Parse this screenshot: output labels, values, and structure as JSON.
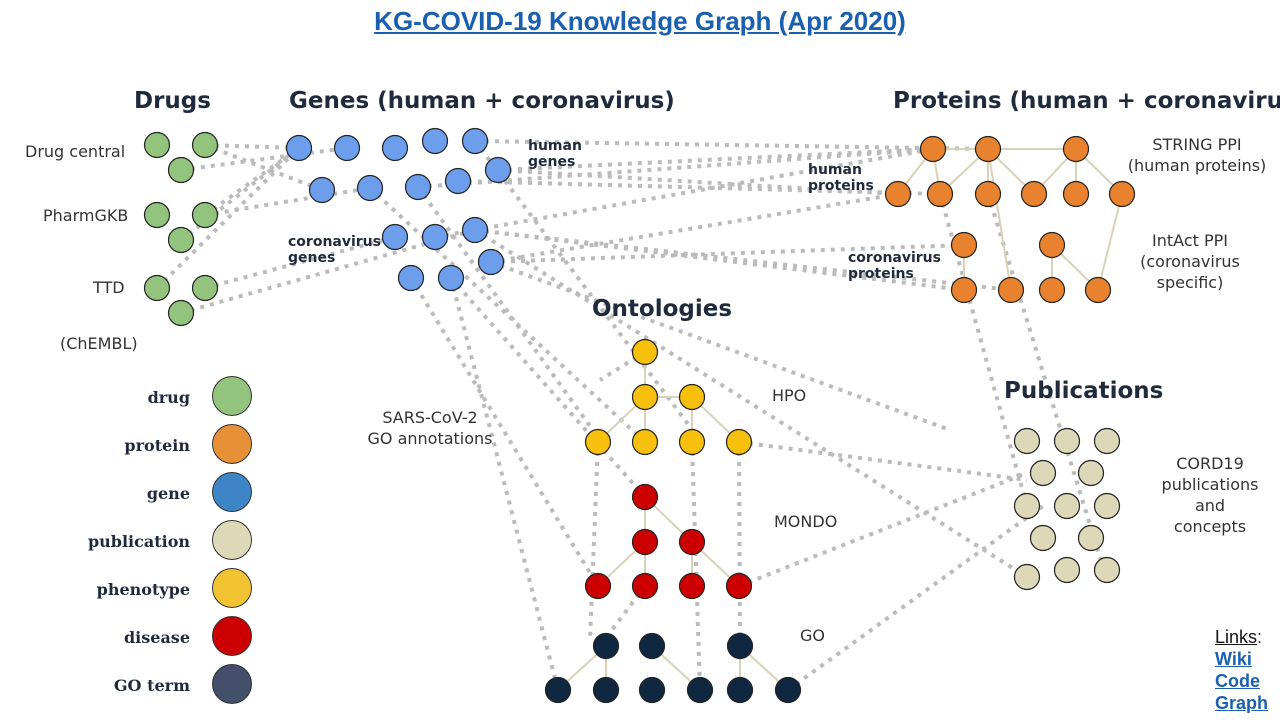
{
  "title": "KG-COVID-19 Knowledge Graph (Apr 2020)",
  "headers": {
    "drugs": "Drugs",
    "genes": "Genes (human + coronavirus)",
    "proteins": "Proteins (human + coronavirus)",
    "ontologies": "Ontologies",
    "publications": "Publications"
  },
  "drug_sources": {
    "drug_central": "Drug central",
    "pharmgkb": "PharmGKB",
    "ttd": "TTD",
    "chembl": "(ChEMBL)"
  },
  "gene_labels": {
    "human_1": "human",
    "human_2": "genes",
    "cov_1": "coronavirus",
    "cov_2": "genes"
  },
  "protein_labels": {
    "human_1": "human",
    "human_2": "proteins",
    "cov_1": "coronavirus",
    "cov_2": "proteins"
  },
  "protein_sources": {
    "string_1": "STRING PPI",
    "string_2": "(human proteins)",
    "intact_1": "IntAct PPI",
    "intact_2": "(coronavirus",
    "intact_3": "specific)"
  },
  "ontology_labels": {
    "hpo": "HPO",
    "mondo": "MONDO",
    "go": "GO"
  },
  "sars_note": {
    "line1": "SARS-CoV-2",
    "line2": "GO annotations"
  },
  "cord19_note": {
    "line1": "CORD19",
    "line2": "publications",
    "line3": "and",
    "line4": "concepts"
  },
  "legend": [
    {
      "label": "drug",
      "color": "#93c47d"
    },
    {
      "label": "protein",
      "color": "#e69138"
    },
    {
      "label": "gene",
      "color": "#3d85c6"
    },
    {
      "label": "publication",
      "color": "#ddd8b8"
    },
    {
      "label": "phenotype",
      "color": "#f1c232"
    },
    {
      "label": "disease",
      "color": "#cc0000"
    },
    {
      "label": "GO term",
      "color": "#434f6b"
    }
  ],
  "links": {
    "heading": "Links",
    "colon": ":",
    "wiki": "Wiki",
    "code": "Code",
    "graph": "Graph"
  },
  "colors": {
    "drug_node": "#93c47d",
    "gene_node": "#6d9eeb",
    "protein_node": "#e8822e",
    "phenotype_node": "#f6c00c",
    "disease_node": "#cc0000",
    "go_node": "#0f2740",
    "publication_node": "#ddd8b8",
    "dotted_edge": "#bbbbbb",
    "tree_edge": "#d9d2b6",
    "title": "#1a5fb0"
  }
}
